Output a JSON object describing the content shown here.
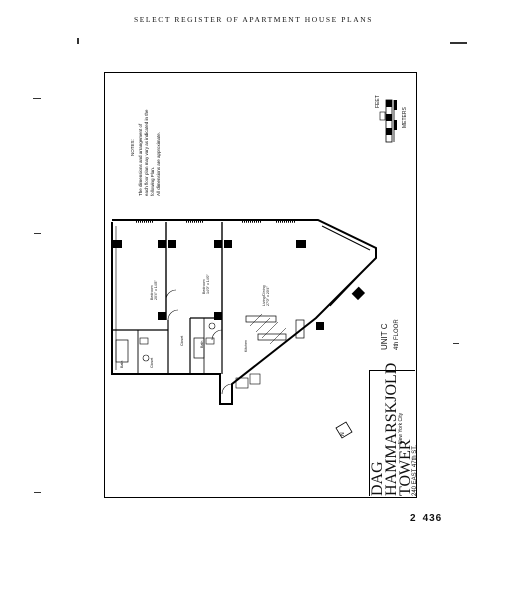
{
  "header": {
    "title": "SELECT REGISTER OF APARTMENT HOUSE PLANS"
  },
  "page": {
    "mark": "2",
    "number": "436"
  },
  "notes": {
    "heading": "NOTES:",
    "lines": [
      "The dimensions and arrangement of",
      "each floor plan may vary as indicated in the",
      "following Plan.",
      "All dimensions are approximate."
    ]
  },
  "scale": {
    "label": "FEET",
    "sublabel": "METERS"
  },
  "plan": {
    "unit": "UNIT C",
    "floor": "4th FLOOR",
    "building_line1": "DAG",
    "building_line2": "HAMMARSKJOLD",
    "building_line3": "TOWER",
    "city": "New York City",
    "address": "240 EAST 47th ST."
  },
  "rooms": [
    {
      "name": "Bedroom",
      "dims": "20'4\" x 14'8\""
    },
    {
      "name": "Bedroom",
      "dims": "14'0\" x 14'0\""
    },
    {
      "name": "Living/Dining",
      "dims": "27'0\" x 20'4\""
    },
    {
      "name": "Bath"
    },
    {
      "name": "Bath"
    },
    {
      "name": "Kitchen"
    },
    {
      "name": "Closet"
    },
    {
      "name": "Closet"
    }
  ],
  "north_marker": "N"
}
